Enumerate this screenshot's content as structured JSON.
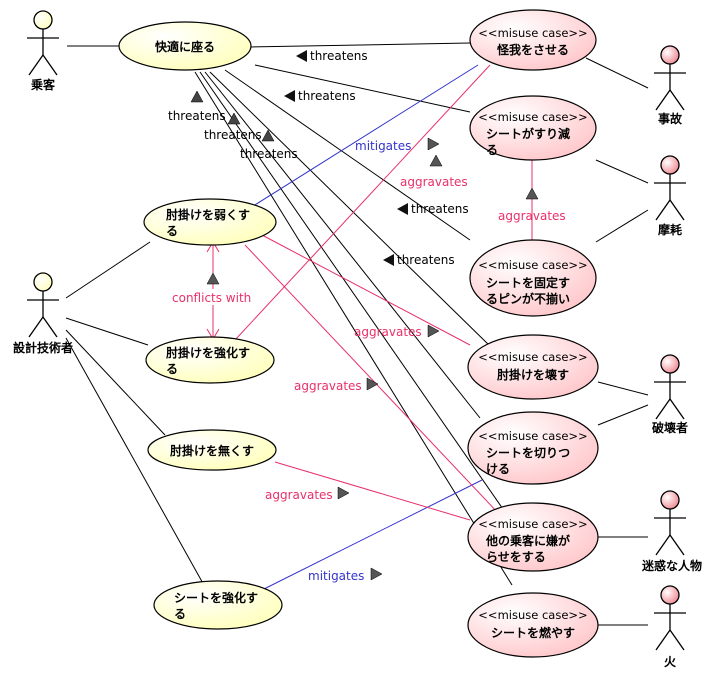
{
  "actors": [
    {
      "id": "passenger",
      "label": "乗客"
    },
    {
      "id": "designer",
      "label": "設計技術者"
    },
    {
      "id": "accident",
      "label": "事故"
    },
    {
      "id": "wear",
      "label": "摩耗"
    },
    {
      "id": "vandal",
      "label": "破壊者"
    },
    {
      "id": "nuisance",
      "label": "迷惑な人物"
    },
    {
      "id": "fire",
      "label": "火"
    }
  ],
  "use_cases": [
    {
      "id": "sit",
      "lines": [
        "快適に座る"
      ]
    },
    {
      "id": "weaken",
      "lines": [
        "肘掛けを弱くす",
        "る"
      ]
    },
    {
      "id": "strengthen_arm",
      "lines": [
        "肘掛けを強化す",
        "る"
      ]
    },
    {
      "id": "remove_arm",
      "lines": [
        "肘掛けを無くす"
      ]
    },
    {
      "id": "strengthen_seat",
      "lines": [
        "シートを強化す",
        "る"
      ]
    }
  ],
  "misuse_cases": [
    {
      "id": "injure",
      "stereotype": "<<misuse case>>",
      "lines": [
        "怪我をさせる"
      ]
    },
    {
      "id": "wearout",
      "stereotype": "<<misuse case>>",
      "lines": [
        "シートがすり減",
        "る"
      ]
    },
    {
      "id": "pins",
      "stereotype": "<<misuse case>>",
      "lines": [
        "シートを固定す",
        "るピンが不揃い"
      ]
    },
    {
      "id": "break_arm",
      "stereotype": "<<misuse case>>",
      "lines": [
        "肘掛けを壊す"
      ]
    },
    {
      "id": "slash",
      "stereotype": "<<misuse case>>",
      "lines": [
        "シートを切りつ",
        "ける"
      ]
    },
    {
      "id": "harass",
      "stereotype": "<<misuse case>>",
      "lines": [
        "他の乗客に嫌が",
        "らせをする"
      ]
    },
    {
      "id": "burn",
      "stereotype": "<<misuse case>>",
      "lines": [
        "シートを燃やす"
      ]
    }
  ],
  "relation_labels": [
    {
      "id": "threatens_1",
      "text": "threatens",
      "kind": "threatens"
    },
    {
      "id": "threatens_2",
      "text": "threatens",
      "kind": "threatens"
    },
    {
      "id": "threatens_3",
      "text": "threatens",
      "kind": "threatens"
    },
    {
      "id": "threatens_4",
      "text": "threatens",
      "kind": "threatens"
    },
    {
      "id": "threatens_5",
      "text": "threatens",
      "kind": "threatens"
    },
    {
      "id": "threatens_6",
      "text": "threatens",
      "kind": "threatens"
    },
    {
      "id": "threatens_7",
      "text": "threatens",
      "kind": "threatens"
    },
    {
      "id": "mitigates_1",
      "text": "mitigates",
      "kind": "mitigates"
    },
    {
      "id": "mitigates_2",
      "text": "mitigates",
      "kind": "mitigates"
    },
    {
      "id": "aggravates_1",
      "text": "aggravates",
      "kind": "aggravates"
    },
    {
      "id": "aggravates_2",
      "text": "aggravates",
      "kind": "aggravates"
    },
    {
      "id": "aggravates_3",
      "text": "aggravates",
      "kind": "aggravates"
    },
    {
      "id": "aggravates_4",
      "text": "aggravates",
      "kind": "aggravates"
    },
    {
      "id": "aggravates_5",
      "text": "aggravates",
      "kind": "aggravates"
    },
    {
      "id": "conflicts_1",
      "text": "conflicts with",
      "kind": "conflicts"
    }
  ],
  "colors": {
    "use_case_fill": "#ffffd0",
    "misuse_case_fill": "#ffd8da",
    "actor_fill_normal": "#ffffd0",
    "actor_fill_misuse": "#f4b4b8",
    "line": "#000000",
    "threatens_text": "#000000",
    "mitigates": "#3333cc",
    "aggravates": "#e8306a",
    "conflicts": "#e8306a"
  }
}
